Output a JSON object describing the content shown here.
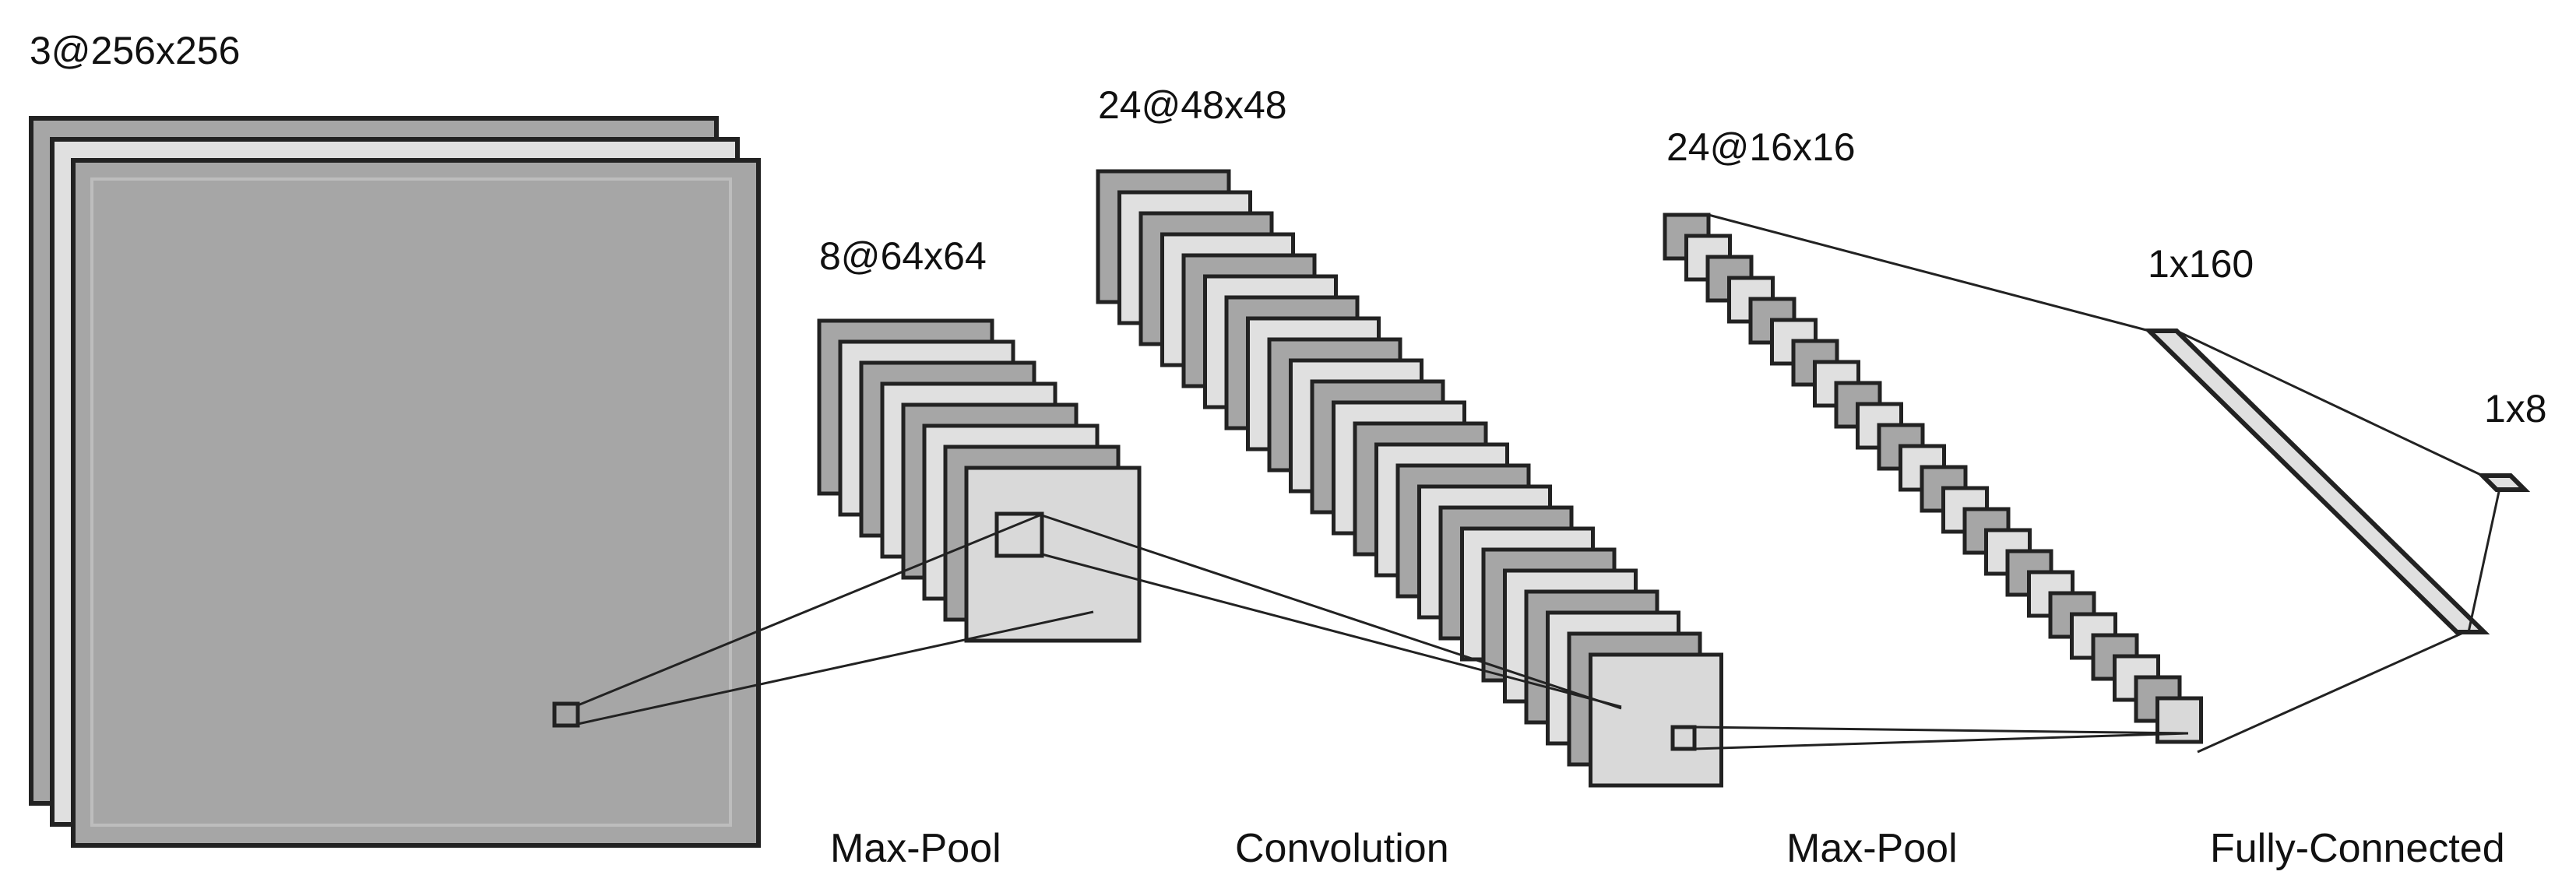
{
  "layers": [
    {
      "id": "input",
      "shape_label": "3@256x256"
    },
    {
      "id": "pool1",
      "shape_label": "8@64x64"
    },
    {
      "id": "conv",
      "shape_label": "24@48x48"
    },
    {
      "id": "pool2",
      "shape_label": "24@16x16"
    },
    {
      "id": "fc1",
      "shape_label": "1x160"
    },
    {
      "id": "fc2",
      "shape_label": "1x8"
    }
  ],
  "operations": [
    {
      "id": "maxpool-1",
      "label": "Max-Pool"
    },
    {
      "id": "convolution",
      "label": "Convolution"
    },
    {
      "id": "maxpool-2",
      "label": "Max-Pool"
    },
    {
      "id": "fully-connected",
      "label": "Fully-Connected"
    }
  ],
  "colors": {
    "dark_fill": "#a6a6a6",
    "light_fill": "#e0e0e0",
    "front_fill": "#d9d9d9",
    "stroke": "#222222",
    "background": "#ffffff"
  }
}
